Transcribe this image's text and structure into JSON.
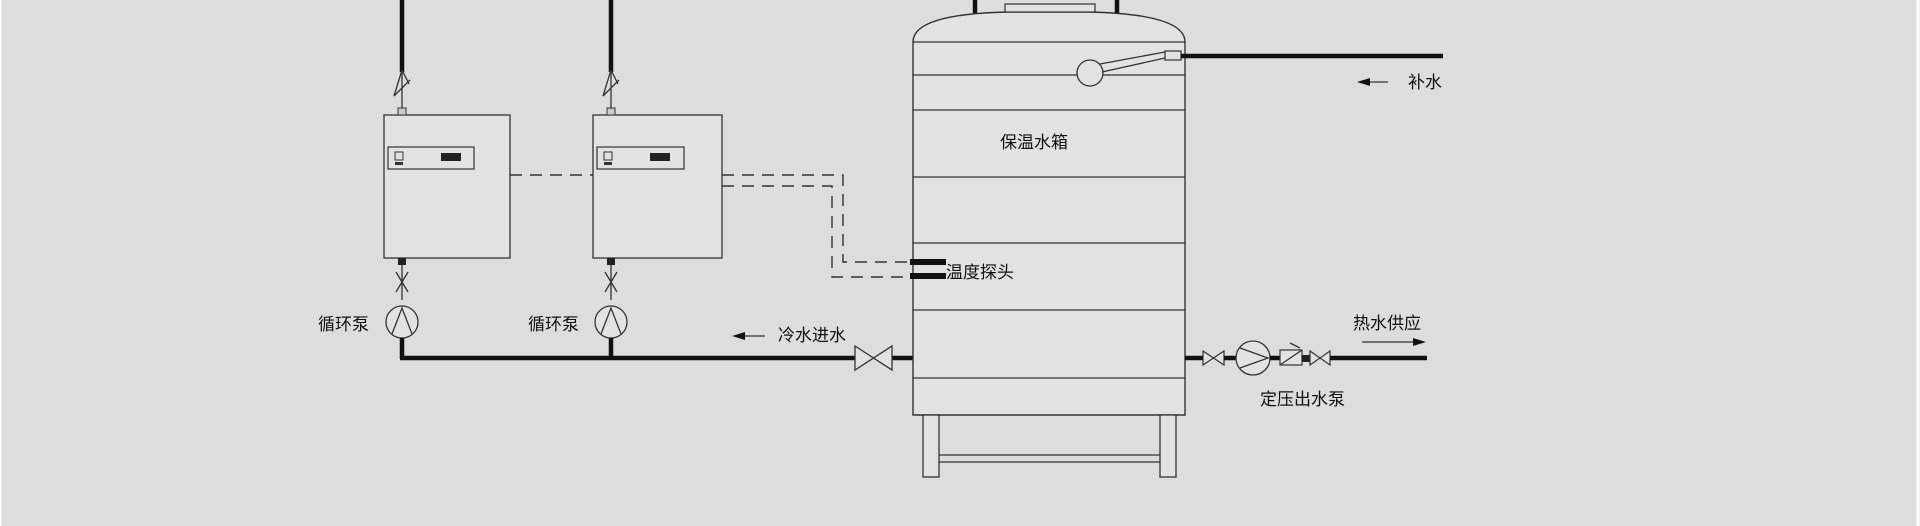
{
  "labels": {
    "makeup_water": "补水",
    "tank": "保温水箱",
    "temp_probe": "温度探头",
    "cold_water_in": "冷水进水",
    "hot_water_supply": "热水供应",
    "circulation_pump_1": "循环泵",
    "circulation_pump_2": "循环泵",
    "pressure_pump": "定压出水泵"
  }
}
